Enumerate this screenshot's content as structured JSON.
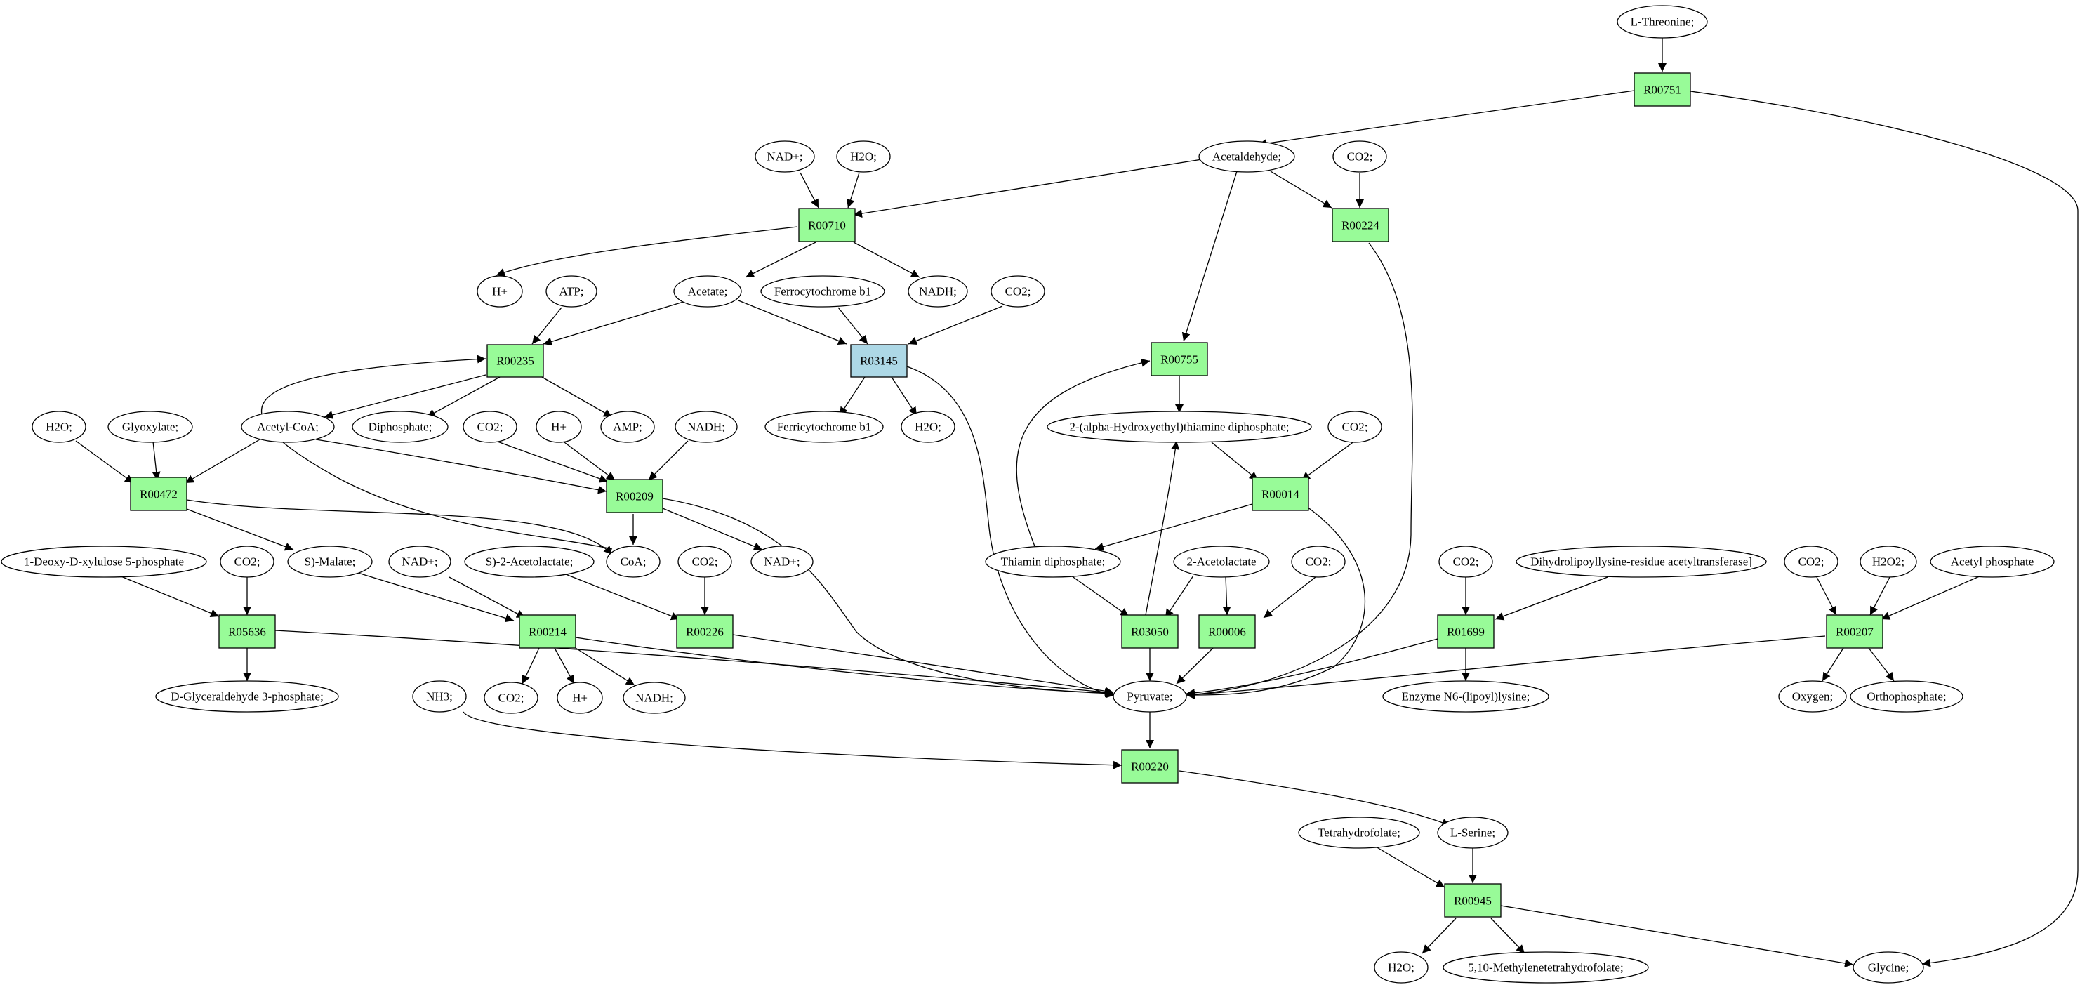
{
  "colors": {
    "reaction": "#98fb98",
    "reaction_highlight": "#add8e6",
    "source": "#00ee00",
    "target": "#ffff00",
    "compound": "#ffffff"
  },
  "nodes": {
    "L_Threonine": "L-Threonine;",
    "R00751": "R00751",
    "Acetaldehyde": "Acetaldehyde;",
    "CO2_a": "CO2;",
    "NADp_a": "NAD+;",
    "H2O_a": "H2O;",
    "R00710": "R00710",
    "R00224": "R00224",
    "Hp_a": "H+",
    "ATP": "ATP;",
    "Acetate": "Acetate;",
    "Ferrocytochrome": "Ferrocytochrome b1",
    "NADH_a": "NADH;",
    "CO2_b": "CO2;",
    "R00235": "R00235",
    "R03145": "R03145",
    "R00755": "R00755",
    "H2O_b": "H2O;",
    "Glyoxylate": "Glyoxylate;",
    "AcetylCoA": "Acetyl-CoA;",
    "Diphosphate": "Diphosphate;",
    "CO2_c": "CO2;",
    "Hp_b": "H+",
    "AMP": "AMP;",
    "NADH_b": "NADH;",
    "Ferricytochrome": "Ferricytochrome b1",
    "H2O_c": "H2O;",
    "HydroxyethylTPP": "2-(alpha-Hydroxyethyl)thiamine diphosphate;",
    "CO2_d": "CO2;",
    "R00472": "R00472",
    "R00209": "R00209",
    "R00014": "R00014",
    "DeoxyXylulose": "1-Deoxy-D-xylulose 5-phosphate",
    "CO2_e": "CO2;",
    "SMalate": "S)-Malate;",
    "NADp_b": "NAD+;",
    "SAcetolactate": "S)-2-Acetolactate;",
    "CoA": "CoA;",
    "CO2_f": "CO2;",
    "NADp_c": "NAD+;",
    "ThiaminDP": "Thiamin diphosphate;",
    "Acetolactate2": "2-Acetolactate",
    "CO2_g": "CO2;",
    "CO2_h": "CO2;",
    "Dihydrolipoyllysine": "Dihydrolipoyllysine-residue acetyltransferase]",
    "CO2_i": "CO2;",
    "H2O2": "H2O2;",
    "AcetylPhosphate": "Acetyl phosphate",
    "R05636": "R05636",
    "R00214": "R00214",
    "R00226": "R00226",
    "R03050": "R03050",
    "R00006": "R00006",
    "R01699": "R01699",
    "R00207": "R00207",
    "G3P": "D-Glyceraldehyde 3-phosphate;",
    "NH3": "NH3;",
    "CO2_j": "CO2;",
    "Hp_c": "H+",
    "NADH_c": "NADH;",
    "Pyruvate": "Pyruvate;",
    "EnzymeLipoyl": "Enzyme N6-(lipoyl)lysine;",
    "Oxygen": "Oxygen;",
    "Orthophosphate": "Orthophosphate;",
    "R00220": "R00220",
    "Tetrahydrofolate": "Tetrahydrofolate;",
    "L_Serine": "L-Serine;",
    "R00945": "R00945",
    "H2O_d": "H2O;",
    "MethyleneTHF": "5,10-Methylenetetrahydrofolate;",
    "Glycine": "Glycine;"
  }
}
